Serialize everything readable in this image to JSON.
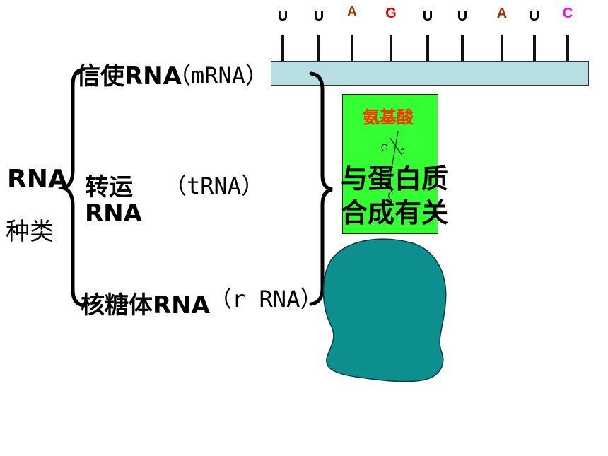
{
  "rna_label": "RNA",
  "types_label": "种类",
  "mrna": {
    "name": "信使RNA",
    "abbr": "（mRNA）"
  },
  "trna": {
    "name": "转运",
    "name2": "RNA",
    "abbr": "（tRNA）"
  },
  "rrna": {
    "name": "核糖体RNA",
    "abbr": "（r RNA）"
  },
  "amino_acid_label": "氨基酸",
  "function_text_line1": "与蛋白质",
  "function_text_line2": "合成有关",
  "bases": [
    {
      "letter": "U",
      "color": "#000000"
    },
    {
      "letter": "U",
      "color": "#000000"
    },
    {
      "letter": "A",
      "color": "#993300"
    },
    {
      "letter": "G",
      "color": "#e60000"
    },
    {
      "letter": "U",
      "color": "#000000"
    },
    {
      "letter": "U",
      "color": "#000000"
    },
    {
      "letter": "A",
      "color": "#993300"
    },
    {
      "letter": "U",
      "color": "#000000"
    },
    {
      "letter": "C",
      "color": "#ff00ff"
    }
  ],
  "colors": {
    "strand": "#b7dfe3",
    "trna_box": "#33ff33",
    "amino_text": "#ff3300",
    "ribosome": "#0e8f8f"
  }
}
